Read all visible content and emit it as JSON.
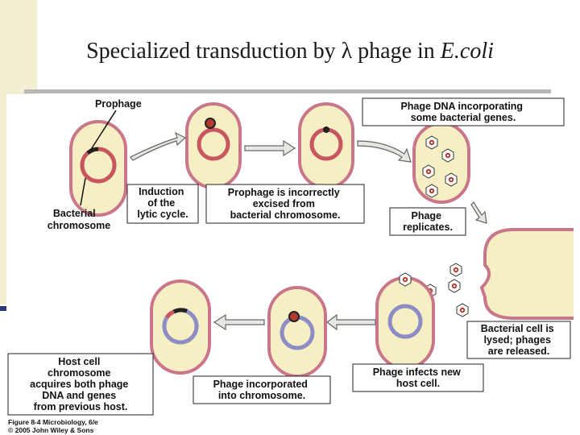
{
  "slide": {
    "title_main": "Specialized transduction by λ phage in ",
    "title_italic": "E.coli"
  },
  "figure": {
    "labels": {
      "prophage": "Prophage",
      "bacterial_chromosome": [
        "Bacterial",
        "chromosome"
      ],
      "induction": [
        "Induction",
        "of the",
        "lytic cycle."
      ],
      "incorrect_excision": [
        "Prophage is incorrectly",
        "excised from",
        "bacterial chromosome."
      ],
      "phage_dna_incorporating": [
        "Phage DNA incorporating",
        "some bacterial genes."
      ],
      "phage_replicates": [
        "Phage",
        "replicates."
      ],
      "cell_lysed": [
        "Bacterial cell is",
        "lysed; phages",
        "are released."
      ],
      "phage_infects": [
        "Phage infects new",
        "host cell."
      ],
      "phage_incorporated": [
        "Phage incorporated",
        "into chromosome."
      ],
      "host_cell_acquires": [
        "Host cell",
        "chromosome",
        "acquires both phage",
        "DNA and genes",
        "from previous host."
      ]
    },
    "caption": [
      "Figure 8-4 Microbiology, 6/e",
      "© 2005 John Wiley & Sons"
    ],
    "colors": {
      "cell_fill": "#f7efc4",
      "cell_border": "#c9768a",
      "chromosome_red": "#c95560",
      "chromosome_blue": "#8d8cc4",
      "phage_dna": "#b23a2e",
      "arrow": "#e8e6e0"
    }
  }
}
